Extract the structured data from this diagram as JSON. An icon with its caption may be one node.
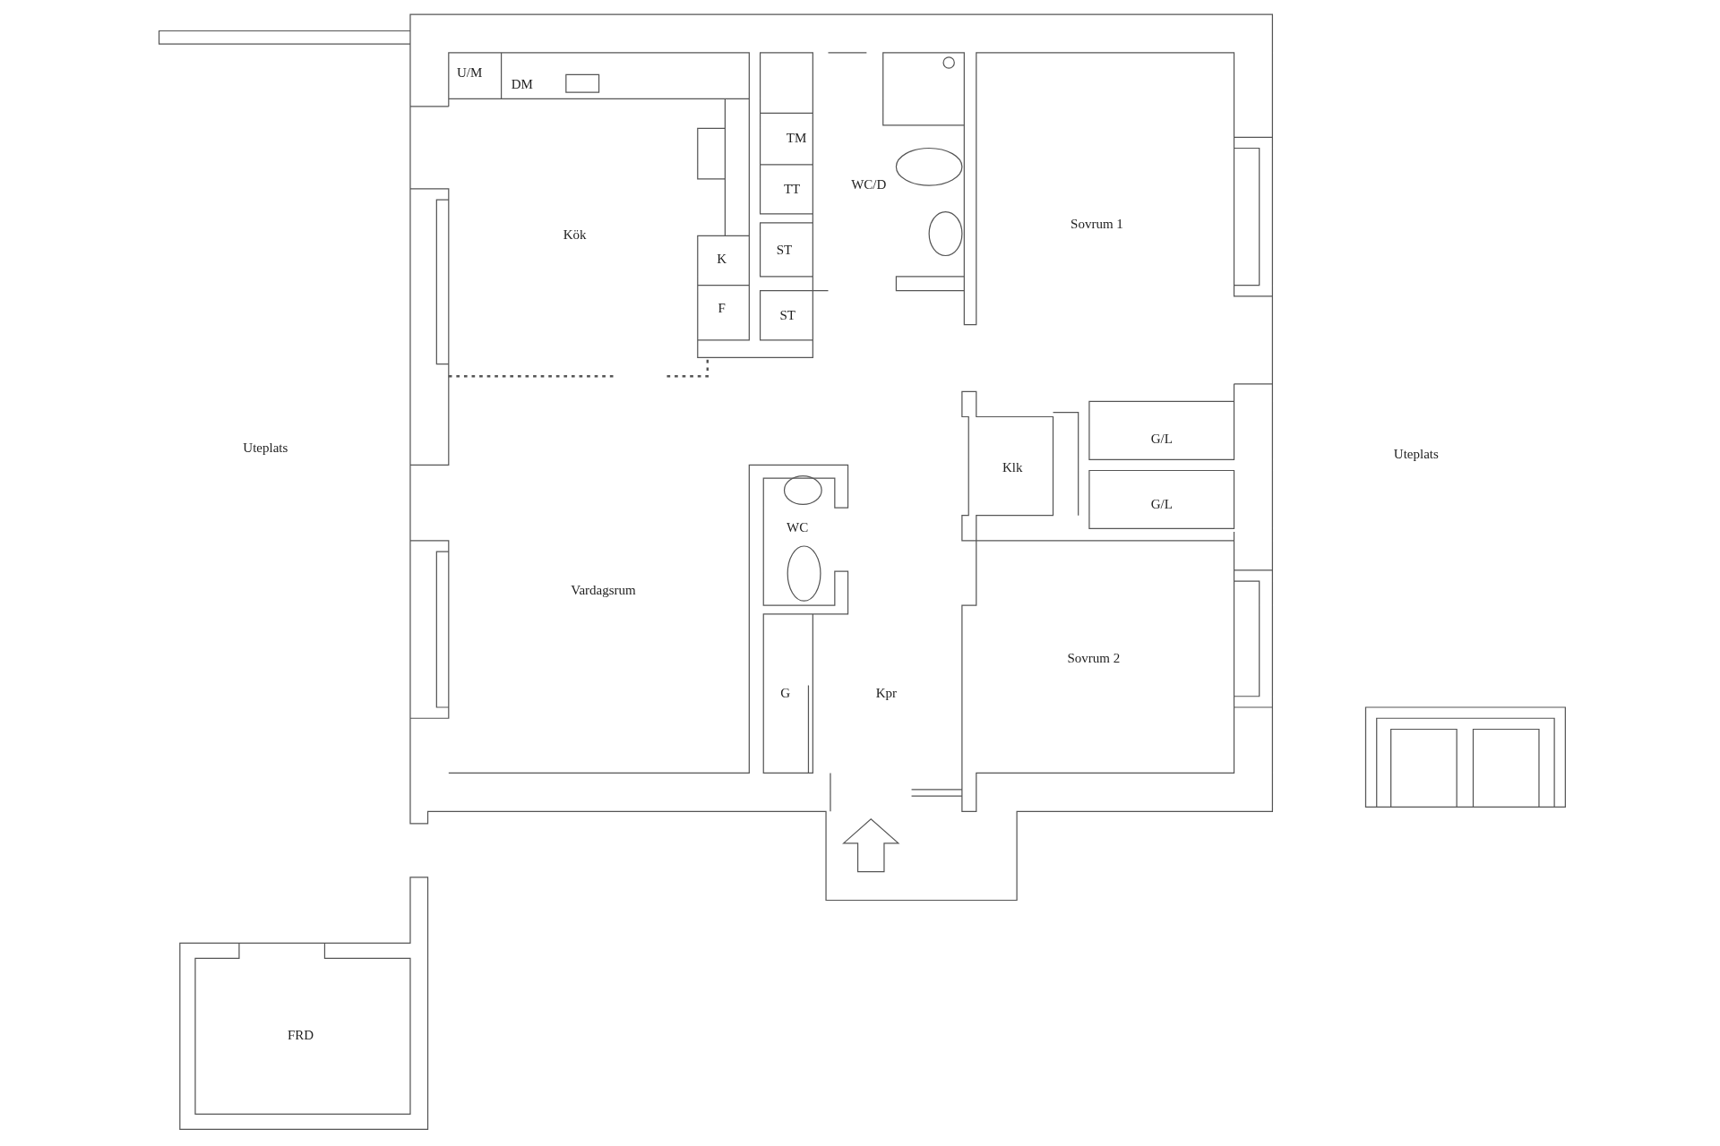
{
  "diagram": {
    "labels": [
      "U/M",
      "DM",
      "TM",
      "WC/D",
      "TT",
      "Sovrum 1",
      "Kök",
      "ST",
      "K",
      "F",
      "ST",
      "Uteplats",
      "G/L",
      "Uteplats",
      "Klk",
      "G/L",
      "WC",
      "Vardagsrum",
      "Sovrum 2",
      "G",
      "Kpr",
      "FRD"
    ]
  }
}
